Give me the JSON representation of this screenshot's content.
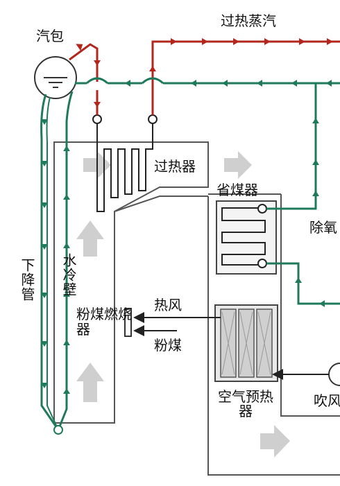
{
  "labels": {
    "drum": "汽包",
    "superheated_steam": "过热蒸汽",
    "superheater": "过热器",
    "economizer": "省煤器",
    "deaerator": "除氧",
    "downcomer": "下降管",
    "water_wall": "水冷壁",
    "burner": "粉煤燃烧器",
    "hot_air": "热风",
    "pulverized_coal": "粉煤",
    "air_preheater": "空气预热器",
    "blower": "吹风"
  },
  "colors": {
    "steam_line": "#b3261e",
    "water_line": "#1f7a5c",
    "arrow_fill": "#cfcfcf",
    "outline": "#555555"
  }
}
